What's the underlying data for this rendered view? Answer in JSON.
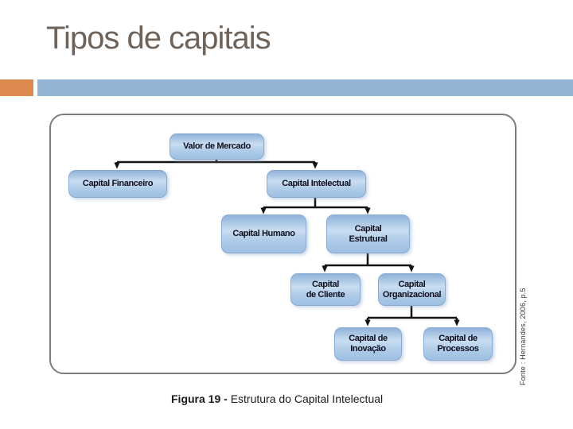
{
  "slide": {
    "title": "Tipos de capitais",
    "title_color": "#6e6259",
    "accent_orange": "#dd8a4e",
    "accent_blue": "#94b4d4"
  },
  "diagram": {
    "node_fill_top": "#8fb2d9",
    "node_fill_bottom": "#9dbfe1",
    "node_border": "#88abd1",
    "connector_color": "#141414",
    "nodes": {
      "valor_mercado": "Valor de Mercado",
      "capital_financeiro": "Capital Financeiro",
      "capital_intelectual": "Capital Intelectual",
      "capital_humano": "Capital Humano",
      "capital_estrutural": "Capital\nEstrutural",
      "capital_cliente": "Capital\nde Cliente",
      "capital_organizacional": "Capital\nOrganizacional",
      "capital_inovacao": "Capital de\nInovação",
      "capital_processos": "Capital de\nProcessos"
    },
    "hierarchy": {
      "Valor de Mercado": [
        "Capital Financeiro",
        "Capital Intelectual"
      ],
      "Capital Intelectual": [
        "Capital Humano",
        "Capital Estrutural"
      ],
      "Capital Estrutural": [
        "Capital de Cliente",
        "Capital Organizacional"
      ],
      "Capital Organizacional": [
        "Capital de Inovação",
        "Capital de Processos"
      ]
    }
  },
  "caption": {
    "bold": "Figura 19 - ",
    "text": "Estrutura do Capital Intelectual"
  },
  "source_note": "Fonte : Hernandes, 2006, p.5"
}
